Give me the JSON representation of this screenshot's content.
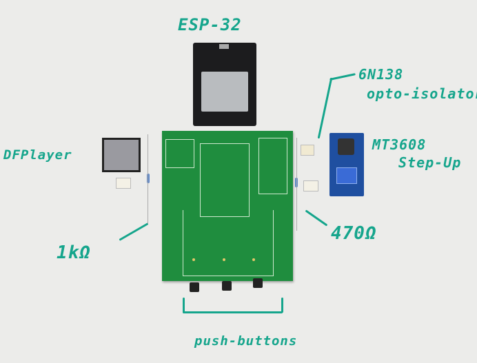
{
  "labels": {
    "esp32": "ESP-32",
    "optoisolator_line1": "6N138",
    "optoisolator_line2": "opto-isolator",
    "stepup_line1": "MT3608",
    "stepup_line2": "Step-Up",
    "dfplayer": "DFPlayer",
    "resistor_1k": "1kΩ",
    "resistor_470": "470Ω",
    "push_buttons": "push-buttons"
  },
  "colors": {
    "ink": "#15a58c",
    "pcb": "#1f8d3e",
    "background": "#ececea"
  }
}
